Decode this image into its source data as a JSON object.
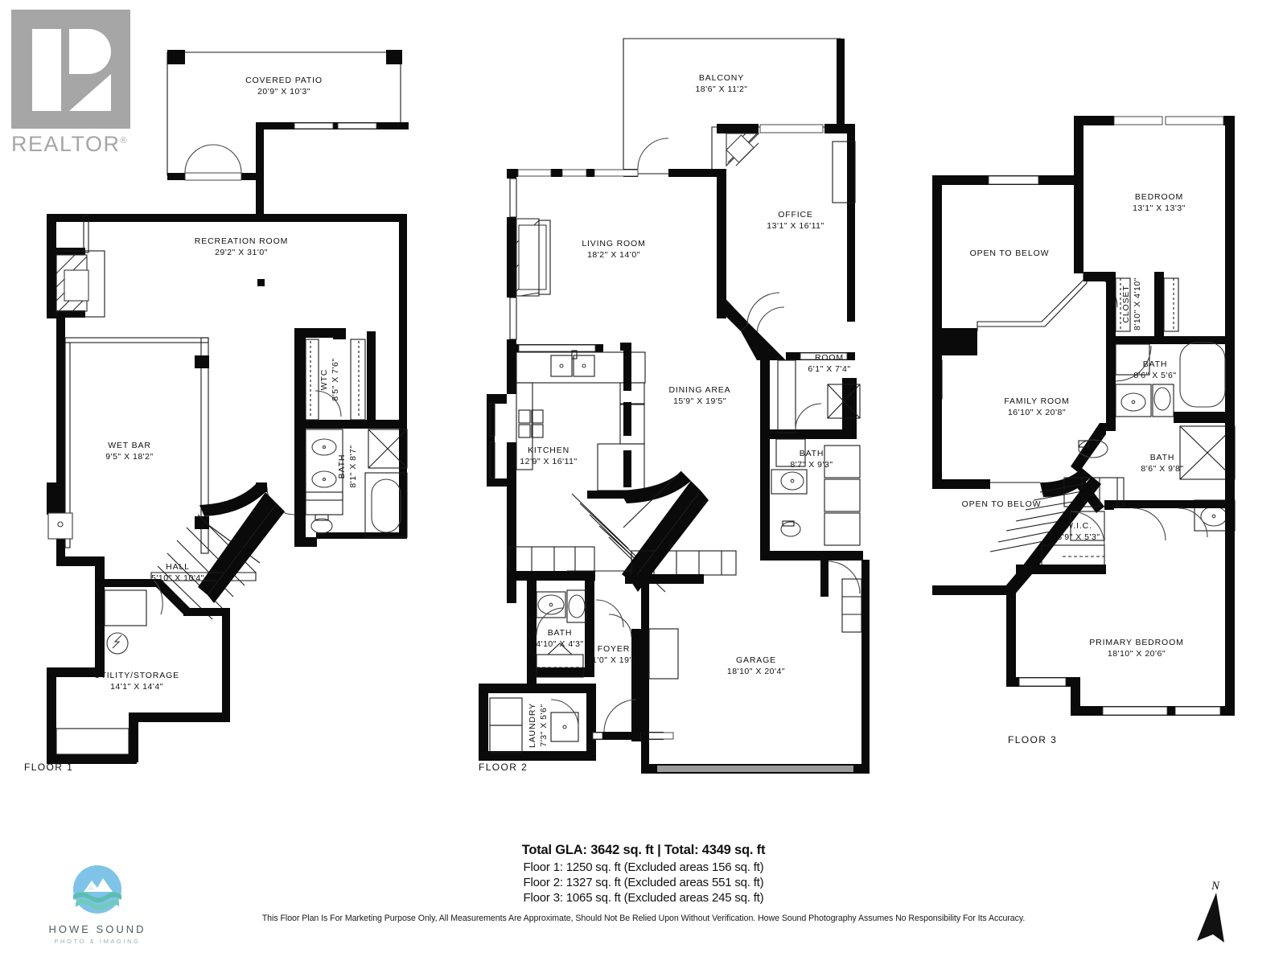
{
  "branding": {
    "realtor": {
      "wordmark": "REALTOR",
      "registered": "®",
      "icon": "realtor-r-logo"
    },
    "photographer": {
      "name": "HOWE SOUND",
      "tagline": "PHOTO & IMAGING",
      "icon": "mountain-wave-circle-logo"
    }
  },
  "compass": {
    "label": "N",
    "icon": "north-arrow-icon"
  },
  "floors": [
    {
      "caption": "FLOOR 1",
      "rooms": [
        {
          "name": "COVERED PATIO",
          "dim": "20'9\" X 10'3\""
        },
        {
          "name": "RECREATION ROOM",
          "dim": "29'2\" X 31'0\""
        },
        {
          "name": "WET BAR",
          "dim": "9'5\" X 18'2\""
        },
        {
          "name": "WTC",
          "dim": "8'5\" X 7'6\""
        },
        {
          "name": "BATH",
          "dim": "8'1\" X 8'7\""
        },
        {
          "name": "HALL",
          "dim": "5'10\" X 10'4\""
        },
        {
          "name": "UTILITY/STORAGE",
          "dim": "14'1\" X 14'4\""
        }
      ]
    },
    {
      "caption": "FLOOR 2",
      "rooms": [
        {
          "name": "BALCONY",
          "dim": "18'6\" X 11'2\""
        },
        {
          "name": "OFFICE",
          "dim": "13'1\" X 16'11\""
        },
        {
          "name": "LIVING ROOM",
          "dim": "18'2\" X 14'0\""
        },
        {
          "name": "ROOM",
          "dim": "6'1\" X 7'4\""
        },
        {
          "name": "DINING AREA",
          "dim": "15'9\" X 19'5\""
        },
        {
          "name": "KITCHEN",
          "dim": "12'9\" X 16'11\""
        },
        {
          "name": "BATH",
          "dim": "8'7\" X 9'3\""
        },
        {
          "name": "BATH",
          "dim": "4'10\" X 4'3\""
        },
        {
          "name": "FOYER",
          "dim": "11'0\" X 19'9\""
        },
        {
          "name": "LAUNDRY",
          "dim": "7'3\" X 5'6\""
        },
        {
          "name": "GARAGE",
          "dim": "18'10\" X 20'4\""
        }
      ]
    },
    {
      "caption": "FLOOR 3",
      "rooms": [
        {
          "name": "BEDROOM",
          "dim": "13'1\" X 13'3\""
        },
        {
          "name": "OPEN TO BELOW",
          "dim": ""
        },
        {
          "name": "CLOSET",
          "dim": "8'10\" X 4'10\""
        },
        {
          "name": "BATH",
          "dim": "8'6\" X 5'6\""
        },
        {
          "name": "FAMILY ROOM",
          "dim": "16'10\" X 20'8\""
        },
        {
          "name": "BATH",
          "dim": "8'6\" X 9'8\""
        },
        {
          "name": "OPEN TO BELOW",
          "dim": ""
        },
        {
          "name": "W.I.C.",
          "dim": "8'9\" X 5'3\""
        },
        {
          "name": "PRIMARY BEDROOM",
          "dim": "18'10\" X 20'6\""
        }
      ]
    }
  ],
  "summary": {
    "total": "Total GLA: 3642 sq. ft | Total: 4349 sq. ft",
    "lines": [
      "Floor 1: 1250 sq. ft (Excluded areas 156 sq. ft)",
      "Floor 2: 1327 sq. ft (Excluded areas 551 sq. ft)",
      "Floor 3: 1065 sq. ft (Excluded areas 245 sq. ft)"
    ]
  },
  "disclaimer": "This Floor Plan Is For Marketing Purpose Only, All Measurements Are Approximate, Should Not Be Relied Upon Without Verification. Howe Sound Photography Assumes No Responsibility For Its Accuracy."
}
